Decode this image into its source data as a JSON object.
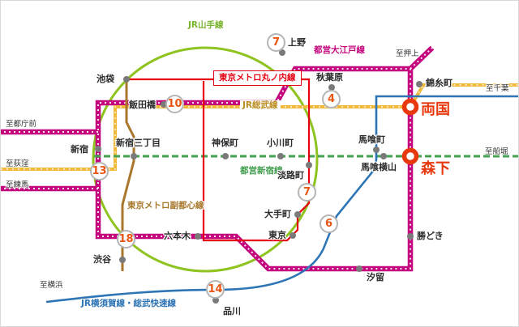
{
  "map": {
    "lines": {
      "yamanote": {
        "label": "JR山手線",
        "color": "#8fc31f"
      },
      "marunouchi": {
        "label": "東京メトロ丸ノ内線",
        "color": "#e60012"
      },
      "sobu": {
        "label": "JR総武線",
        "color": "#f0b93a",
        "label_color": "#b98c1e"
      },
      "oedo": {
        "label": "都営大江戸線",
        "color": "#c4067e"
      },
      "toei_shinjuku": {
        "label": "都営新宿線",
        "color": "#44a24e"
      },
      "fukutoshin": {
        "label": "東京メトロ副都心線",
        "color": "#a8772b"
      },
      "yokosuka_sobu_rapid": {
        "label": "JR横須賀線・総武快速線",
        "color": "#2e75b6"
      }
    },
    "stations": {
      "ikebukuro": "池袋",
      "ueno": "上野",
      "akihabara": "秋葉原",
      "kinshicho": "錦糸町",
      "iidabashi": "飯田橋",
      "shinjuku": "新宿",
      "shinjuku_sanchome": "新宿三丁目",
      "jimbocho": "神保町",
      "ogawamachi": "小川町",
      "bakurocho": "馬喰町",
      "bakuroyokoyama": "馬喰横山",
      "awajicho": "淡路町",
      "otemachi": "大手町",
      "tokyo": "東京",
      "roppongi": "六本木",
      "shibuya": "渋谷",
      "kachidoki": "勝どき",
      "shiodome": "汐留",
      "shinagawa": "品川"
    },
    "highlighted": {
      "ryogoku": "両国",
      "morishita": "森下"
    },
    "travel_times": {
      "ueno": "7",
      "akihabara": "4",
      "iidabashi": "10",
      "shinjuku": "13",
      "awajicho": "7",
      "tokyo": "6",
      "shibuya": "18",
      "shinagawa": "14"
    },
    "directions": {
      "oshiage": "至押上",
      "chiba": "至千葉",
      "funabori": "至船堀",
      "tochomae": "至都庁前",
      "ogikubo": "至荻窪",
      "nerima": "至練馬",
      "yokohama": "至横浜"
    }
  }
}
